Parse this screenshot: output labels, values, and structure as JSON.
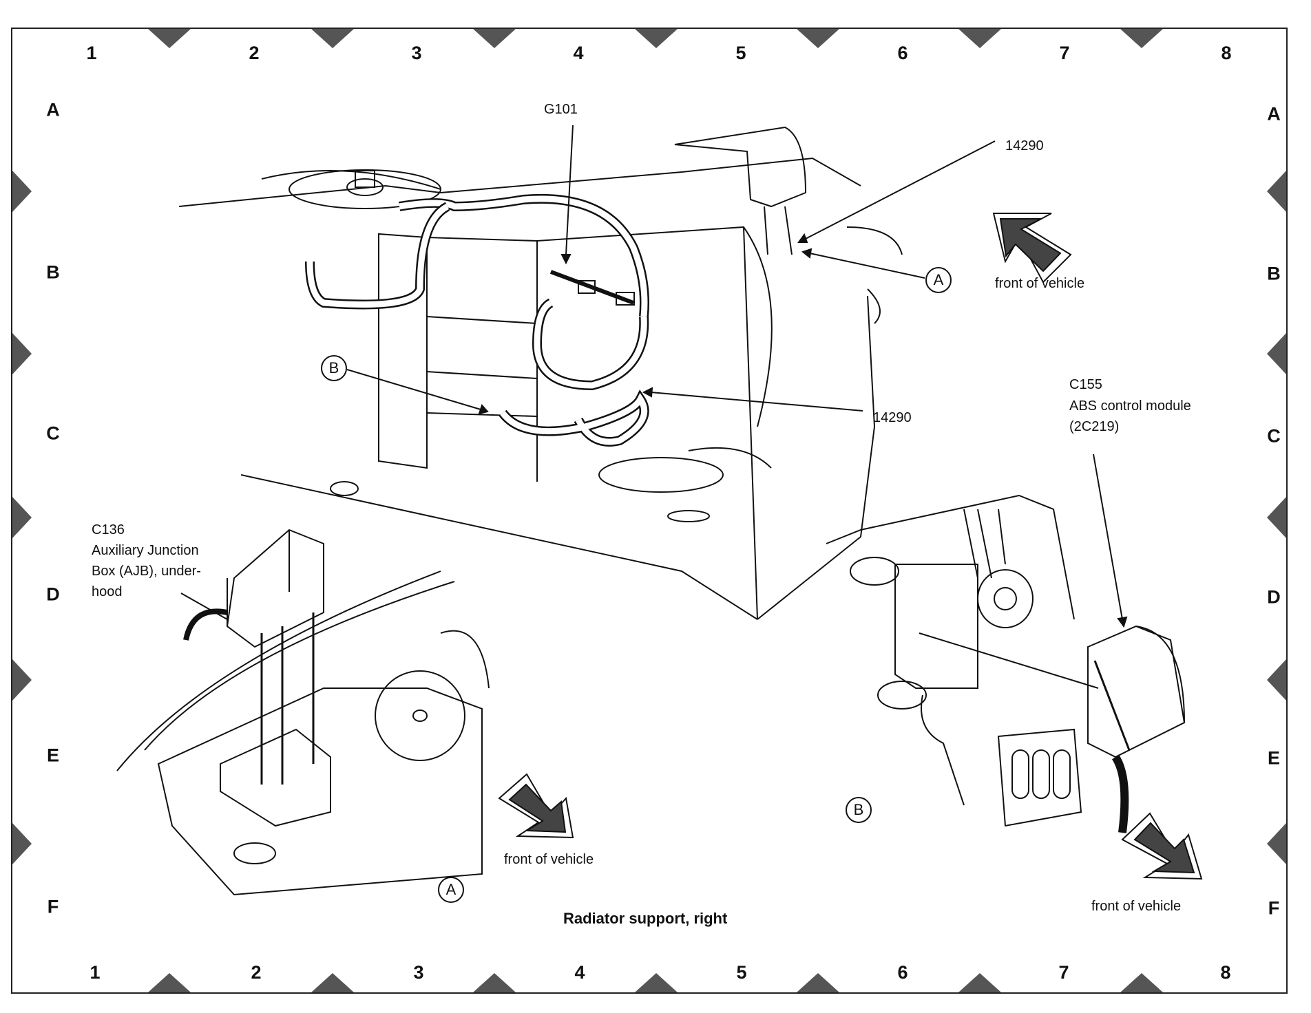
{
  "grid": {
    "columns": [
      "1",
      "2",
      "3",
      "4",
      "5",
      "6",
      "7",
      "8"
    ],
    "rows": [
      "A",
      "B",
      "C",
      "D",
      "E",
      "F"
    ]
  },
  "title": "Radiator support, right",
  "labels": {
    "g101": "G101",
    "part_14290_top": "14290",
    "part_14290_mid": "14290",
    "front_vehicle_top": "front of vehicle",
    "front_vehicle_left": "front of vehicle",
    "front_vehicle_right": "front of vehicle",
    "c155_code": "C155",
    "c155_name": "ABS control module",
    "c155_part": "(2C219)",
    "c136_code": "C136",
    "c136_line1": "Auxiliary Junction",
    "c136_line2": "Box (AJB), under-",
    "c136_line3": "hood"
  },
  "callouts": {
    "a_top": "A",
    "b_top": "B",
    "a_bottom": "A",
    "b_bottom": "B"
  },
  "icons": [
    "direction-arrow-icon",
    "registration-marker-icon"
  ]
}
